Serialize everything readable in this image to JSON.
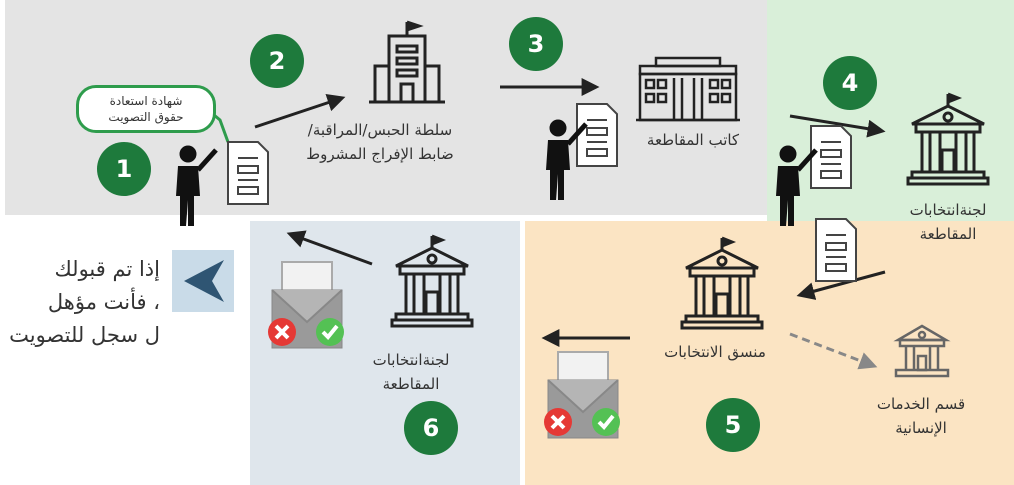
{
  "steps": {
    "s1": {
      "number": "1",
      "note": {
        "line1": "شهادة استعادة",
        "line2": "حقوق التصويت"
      }
    },
    "s2": {
      "number": "2",
      "label": {
        "line1": "سلطة الحبس/المراقبة/",
        "line2": "ضابط الإفراج المشروط"
      }
    },
    "s3": {
      "number": "3",
      "label": {
        "line1": "كاتب المقاطعة"
      }
    },
    "s4": {
      "number": "4",
      "label": {
        "line1": "لجنةانتخابات",
        "line2": "المقاطعة"
      }
    },
    "s5": {
      "number": "5",
      "label": {
        "line1": "منسق الانتخابات"
      },
      "side": {
        "line1": "قسم الخدمات",
        "line2": "الإنسانية"
      }
    },
    "s6": {
      "number": "6",
      "label": {
        "line1": "لجنةانتخابات",
        "line2": "المقاطعة"
      }
    }
  },
  "result": {
    "line1": "إذا تم قبولك",
    "line2": "، فأنت مؤهل",
    "line3": "ل سجل للتصويت"
  },
  "colors": {
    "badge": "#1e7a3c",
    "gray_panel": "#e4e4e4",
    "green_panel": "#d9efd9",
    "orange_panel": "#fbe4c3",
    "blue_panel": "#dfe6ec",
    "chevron": "#2f5573"
  }
}
